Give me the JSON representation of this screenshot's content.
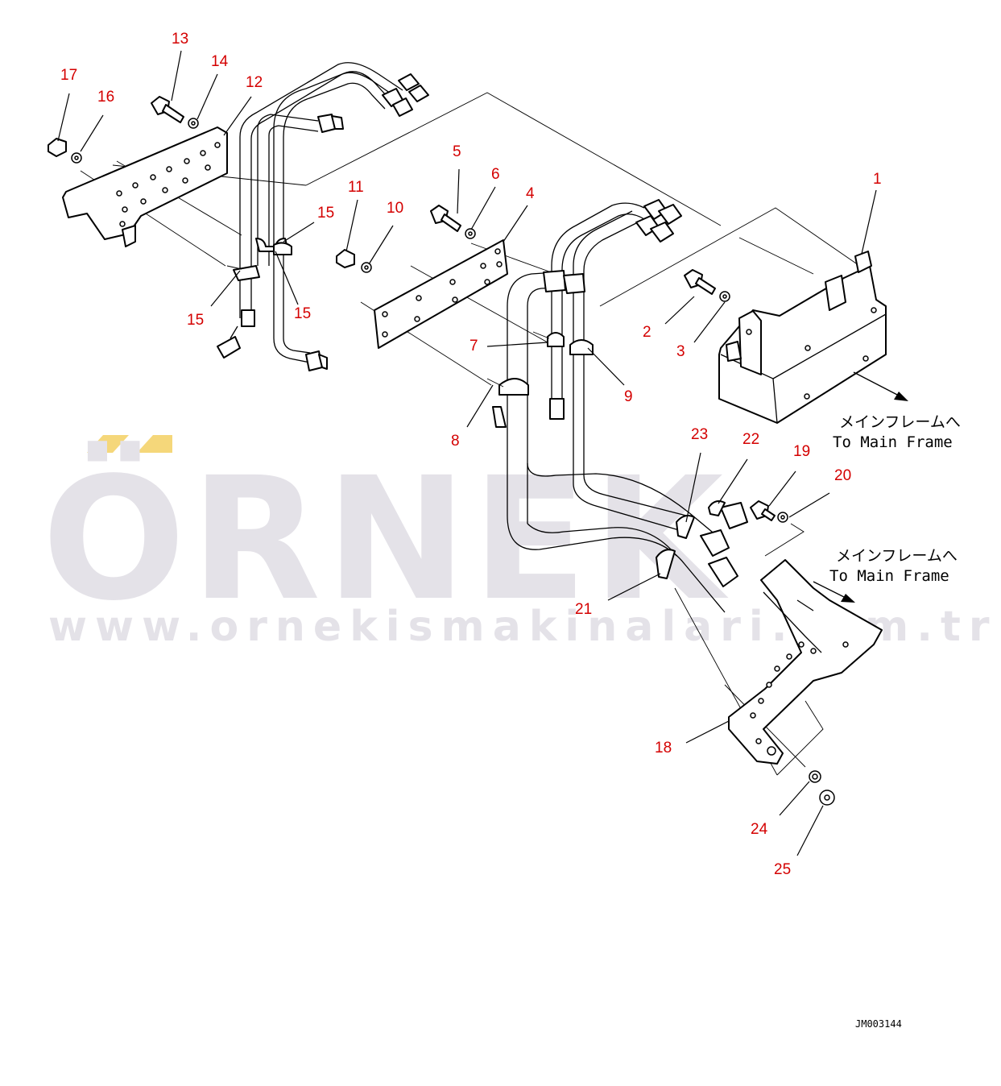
{
  "drawing_id": "JM003144",
  "watermark": {
    "brand": "ÖRNEK",
    "url": "www.ornekismakinalari.com.tr",
    "accent_color": "#f5d77a",
    "text_color": "#e4e2e8"
  },
  "label_color": "#d40000",
  "notes": [
    {
      "jp": "メインフレームへ",
      "en": "To Main Frame"
    },
    {
      "jp": "メインフレームへ",
      "en": "To Main Frame"
    }
  ],
  "callouts": [
    "1",
    "2",
    "3",
    "4",
    "5",
    "6",
    "7",
    "8",
    "9",
    "10",
    "11",
    "12",
    "13",
    "14",
    "15",
    "15",
    "15",
    "16",
    "17",
    "18",
    "19",
    "20",
    "21",
    "22",
    "23",
    "24",
    "25"
  ]
}
